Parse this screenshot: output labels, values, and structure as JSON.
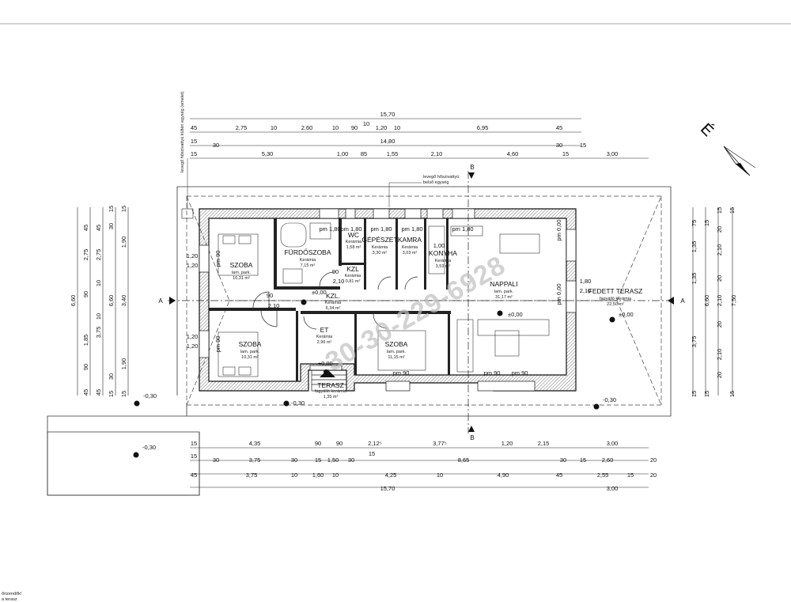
{
  "north_label": "É",
  "watermark": "30-30-229-6928",
  "notes": {
    "outdoor_unit": "levegő hőszivattyú kültéri egység (emelet)",
    "indoor_unit": "levegő hőszivattyú belső egység",
    "corner_1": "őrizendők!",
    "corner_2": "a terasz"
  },
  "rooms": {
    "szoba1": {
      "name": "SZOBA",
      "floor": "lam. park.",
      "area": "10,31 m²"
    },
    "furdo": {
      "name": "FÜRDŐSZOBA",
      "floor": "Kerámia",
      "area": "7,15 m²"
    },
    "wc": {
      "name": "WC",
      "floor": "Kerámia",
      "area": "1,58 m²"
    },
    "gepeszet": {
      "name": "GÉPÉSZET",
      "floor": "Kerámia",
      "area": "3,30 m²"
    },
    "kamra": {
      "name": "KAMRA",
      "floor": "Kerámia",
      "area": "3,03 m²"
    },
    "konyha": {
      "name": "KONYHA",
      "floor": "Kerámia",
      "area": "3,53 m²"
    },
    "kzl1": {
      "name": "KZL",
      "floor": "Kerámia",
      "area": "0,81 m²"
    },
    "kzl2": {
      "name": "KZL.",
      "floor": "Kerámia",
      "area": "6,34 m²"
    },
    "nappali": {
      "name": "NAPPALI",
      "floor": "lam. park.",
      "area": "31,17 m²"
    },
    "fedett_terasz": {
      "name": "FEDETT TERASZ",
      "floor": "fagyálló kerámia",
      "area": "22,50 m²"
    },
    "szoba2": {
      "name": "SZOBA",
      "floor": "lam. park.",
      "area": "10,31 m²"
    },
    "eloter": {
      "name": "ET",
      "floor": "Kerámia",
      "area": "2,96 m²"
    },
    "szoba3": {
      "name": "SZOBA",
      "floor": "lam. park.",
      "area": "11,15 m²"
    },
    "terasz": {
      "name": "TERASZ",
      "floor": "fagyálló kerámia",
      "area": "1,35 m²"
    }
  },
  "levels": {
    "pm000": "±0,00",
    "m030": "-0,30"
  },
  "sections": {
    "a": "A",
    "b": "B"
  },
  "window_labels": {
    "pm180": "pm 1,80",
    "pm90": "pm 90",
    "pm000": "pm 0,00"
  },
  "dims_top": {
    "row0": [
      "15,70"
    ],
    "row1": [
      "45",
      "2,75",
      "10",
      "2,60",
      "10",
      "10",
      "90",
      "1,20",
      "10",
      "6,95",
      "45"
    ],
    "row2": [
      "15",
      "30",
      "14,80",
      "30",
      "15"
    ],
    "row3": [
      "15",
      "5,30",
      "1,00",
      "85",
      "1,55",
      "2,10",
      "4,60",
      "15",
      "3,00"
    ]
  },
  "dims_bottom": {
    "row1": [
      "15",
      "4,35",
      "90",
      "90",
      "2,12⁵",
      "3,77⁵",
      "1,20",
      "2,15",
      "3,00"
    ],
    "row1b": [
      "15"
    ],
    "row2": [
      "15",
      "30",
      "3,75",
      "30",
      "15",
      "1,50",
      "30",
      "8,65",
      "30",
      "15",
      "2,60",
      "20"
    ],
    "row3": [
      "45",
      "3,75",
      "10",
      "1,60",
      "10",
      "4,25",
      "10",
      "4,90",
      "45",
      "2,55",
      "15",
      "20"
    ],
    "row4": [
      "15,70",
      "3,00"
    ]
  },
  "dims_left": {
    "outer": "6,60",
    "c1": [
      "45",
      "2,75",
      "90",
      "1,85",
      "90",
      "45"
    ],
    "c2": [
      "45",
      "2,75",
      "10",
      "3,75",
      "10",
      "45"
    ],
    "c3": [
      "15",
      "30",
      "6,60",
      "30",
      "15"
    ],
    "c4": [
      "15",
      "1,90",
      "3,40",
      "1,90",
      "15"
    ]
  },
  "dims_right": {
    "c1": [
      "75",
      "1,35",
      "1,35",
      "3,75",
      "15"
    ],
    "c2": [
      "15",
      "6,60",
      "15"
    ],
    "c3": [
      "20",
      "2,10",
      "20",
      "2,10",
      "20",
      "2,10",
      "20"
    ],
    "outer": [
      "15",
      "15",
      "7,50",
      "15"
    ]
  },
  "inner_dims": {
    "v120a": "1,20",
    "v120b": "1,20",
    "v120c": "1,20",
    "v120d": "1,20",
    "d90a": "90",
    "d210a": "2,10",
    "d90b": "90",
    "d210b": "2,10",
    "d90c": "90",
    "d210c": "2,10",
    "d60": "60",
    "d100": "1,00",
    "d180": "1,80",
    "d210": "2,10"
  }
}
